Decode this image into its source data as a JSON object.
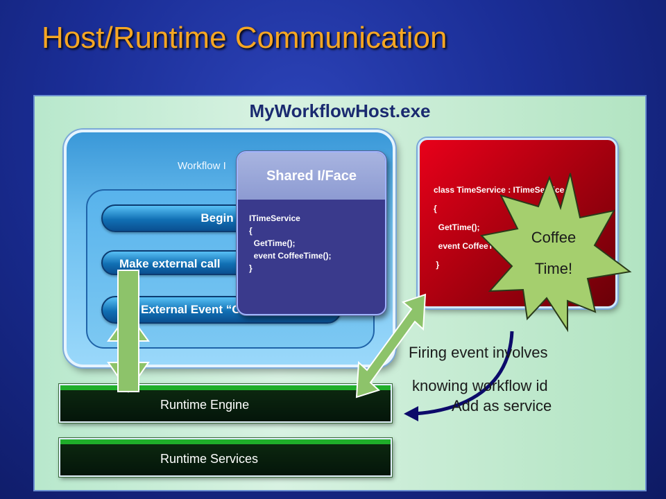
{
  "slide": {
    "title": "Host/Runtime Communication"
  },
  "host": {
    "title": "MyWorkflowHost.exe",
    "workflow_label": "Workflow I",
    "activities": [
      {
        "label": "Begin"
      },
      {
        "label": "Make external call"
      },
      {
        "label": "External Event “CoffeeTime”"
      }
    ],
    "runtime_engine": "Runtime Engine",
    "runtime_services": "Runtime Services"
  },
  "shared_iface": {
    "title": "Shared I/Face",
    "code": [
      "ITimeService",
      "{",
      "  GetTime();",
      "  event CoffeeTime();",
      "}"
    ]
  },
  "time_service": {
    "code": [
      "class TimeService : ITimeService",
      "{",
      "  GetTime();",
      "  event CoffeeTime();",
      " }"
    ]
  },
  "callout": {
    "line1": "Coffee",
    "line2": "Time!"
  },
  "notes": {
    "firing_1": "Firing event involves",
    "firing_2": "knowing workflow id",
    "add_service": "Add as service"
  },
  "colors": {
    "title": "#f5a623",
    "host_panel": "#c4ecd4",
    "service_box": "#c8001a",
    "arrow_fill": "#8dc36a",
    "burst_fill": "#a5cf6e",
    "curve_arrow": "#0c0a6a"
  },
  "icons": {
    "up_down_arrow": "double-headed-arrow",
    "diagonal_arrow": "double-headed-diagonal-arrow",
    "curved_arrow": "curved-arrow",
    "burst": "starburst"
  }
}
